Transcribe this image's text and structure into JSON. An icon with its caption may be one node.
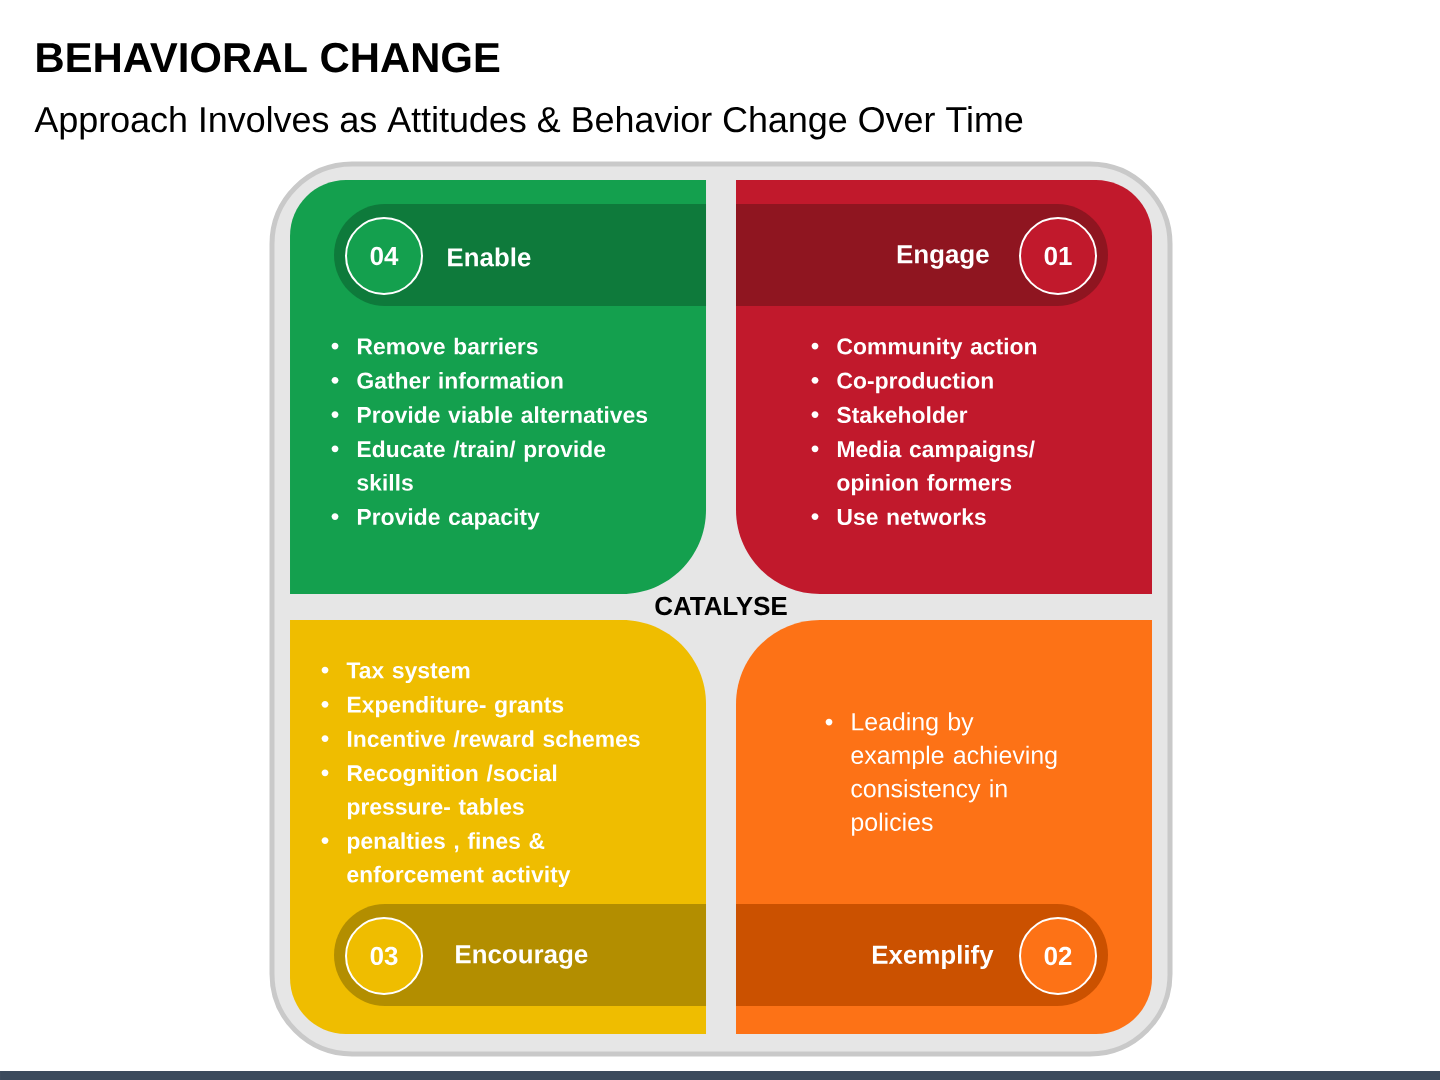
{
  "diagram": {
    "title": "BEHAVIORAL CHANGE",
    "nodes": [
      {
        "text": [
          "CATALYSE"
        ]
      },
      {
        "text": [
          "Remove barriers",
          "Gather information",
          "Provide viable alternatives",
          "Educate /train/ provide skills",
          "Provide capacity"
        ],
        "in": 0
      },
      {
        "text": [
          "Enable"
        ],
        "in": 1
      },
      {
        "text": [
          "04"
        ],
        "in": 2
      },
      {
        "text": [
          "Community action",
          "Co-production",
          "Stakeholder",
          "Media campaigns/ opinion formers",
          "Use networks"
        ],
        "in": 0
      },
      {
        "text": [
          "Engage"
        ],
        "in": 4
      },
      {
        "text": [
          "01"
        ],
        "in": 5
      },
      {
        "text": [
          "Tax system",
          "Expenditure- grants",
          "Incentive /reward schemes",
          "Recognition /social pressure- tables",
          "penalties , fines & enforcement activity"
        ],
        "in": 0
      },
      {
        "text": [
          "Encourage"
        ],
        "in": 7
      },
      {
        "text": [
          "03"
        ],
        "in": 8
      },
      {
        "text": [
          "Leading by example achieving consistency in policies"
        ],
        "in": 0
      },
      {
        "text": [
          "Exemplify"
        ],
        "in": 10
      },
      {
        "text": [
          "02"
        ],
        "in": 11
      }
    ],
    "labels": [
      "Approach Involves as Attitudes & Behavior Change Over Time"
    ]
  }
}
